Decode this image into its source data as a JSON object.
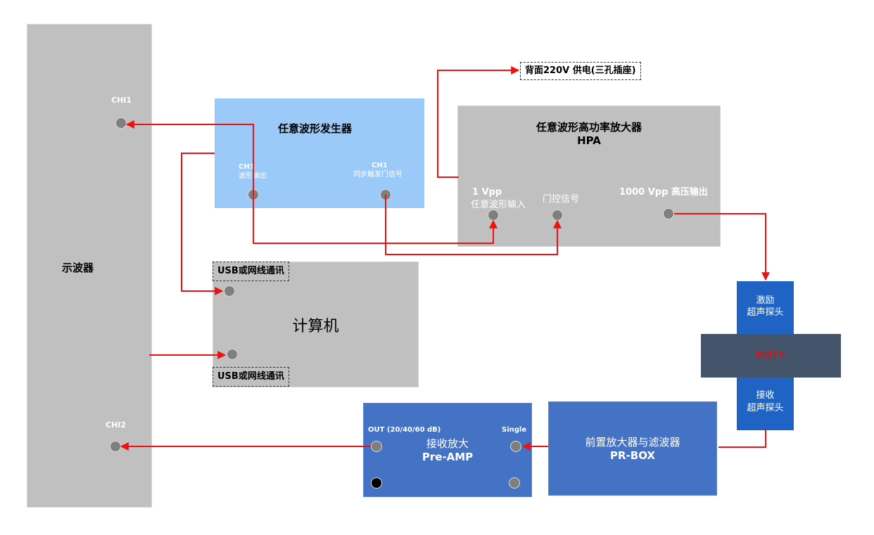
{
  "oscilloscope": {
    "label": "示波器",
    "ch1": "CHI1",
    "ch2": "CHI2"
  },
  "awg": {
    "title": "任意波形发生器",
    "out_ch": "CH1",
    "out_label": "波形输出",
    "sync_ch": "CH1",
    "sync_label": "同步触发门信号"
  },
  "power": {
    "label": "背面220V 供电(三孔插座)"
  },
  "hpa": {
    "title": "任意波形高功率放大器",
    "subtitle": "HPA",
    "in_vpp": "1 Vpp",
    "in_label": "任意波形输入",
    "gate_label": "门控信号",
    "out_label": "1000 Vpp 高压输出"
  },
  "computer": {
    "title": "计算机",
    "comm_top": "USB或网线通讯",
    "comm_bottom": "USB或网线通讯"
  },
  "probes": {
    "tx": [
      "激励",
      "超声探头"
    ],
    "workpiece": "被测工件",
    "rx": [
      "接收",
      "超声探头"
    ]
  },
  "pre_amp": {
    "out_label": "OUT (20/40/60 dB)",
    "single_label": "Single",
    "title": "接收放大",
    "subtitle": "Pre-AMP"
  },
  "pr_box": {
    "title": "前置放大器与滤波器",
    "subtitle": "PR-BOX"
  },
  "colors": {
    "wire": "#ee1111",
    "gray_box": "#c0c0c0",
    "awg": "#9bcaf9",
    "blue_box": "#4472c4",
    "probe": "#1f64c4",
    "workpiece": "#44546a",
    "workpiece_text": "#ff0000"
  }
}
